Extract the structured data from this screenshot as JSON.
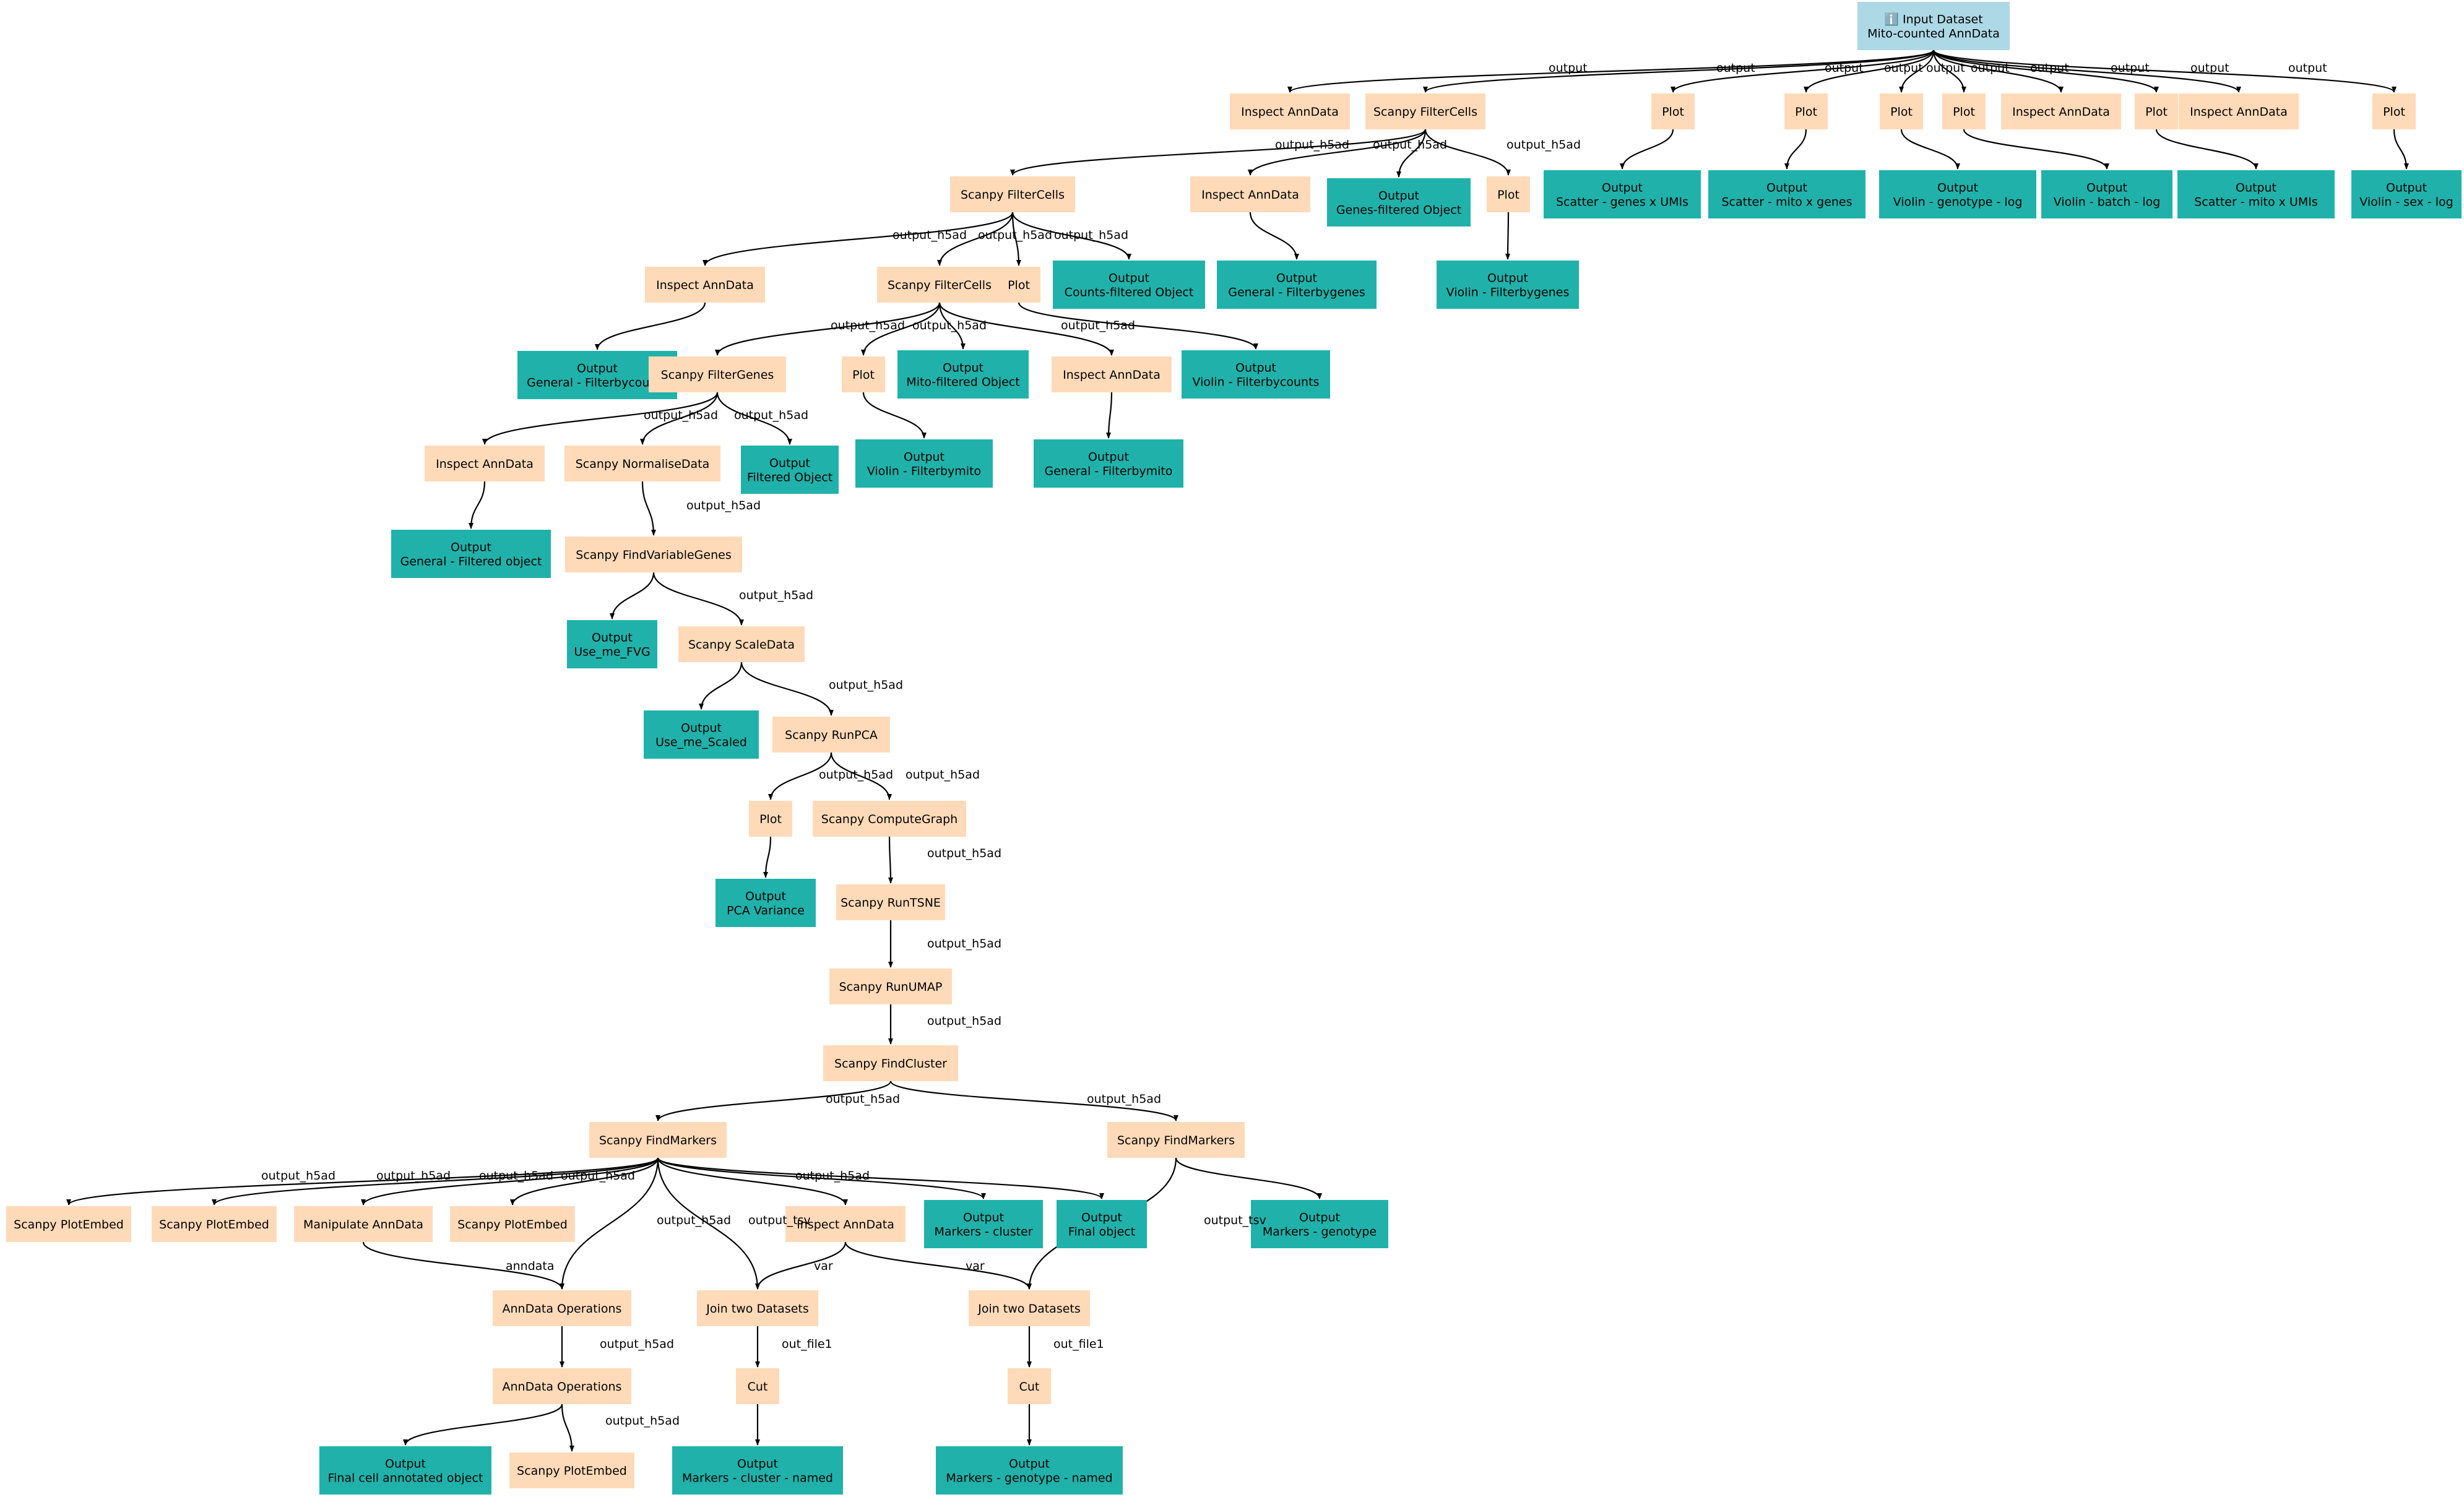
{
  "colors": {
    "input": "#add8e6",
    "tool": "#ffdab9",
    "output": "#20b2aa",
    "edge": "#000000"
  },
  "nodes": [
    {
      "id": "n0",
      "type": "input",
      "lines": [
        "ℹ️ Input Dataset",
        "Mito-counted AnnData"
      ]
    },
    {
      "id": "n1",
      "type": "tool",
      "lines": [
        "Inspect AnnData"
      ]
    },
    {
      "id": "n2",
      "type": "tool",
      "lines": [
        "Scanpy FilterCells"
      ]
    },
    {
      "id": "n3",
      "type": "tool",
      "lines": [
        "Plot"
      ]
    },
    {
      "id": "n4",
      "type": "tool",
      "lines": [
        "Plot"
      ]
    },
    {
      "id": "n5",
      "type": "tool",
      "lines": [
        "Plot"
      ]
    },
    {
      "id": "n6",
      "type": "tool",
      "lines": [
        "Plot"
      ]
    },
    {
      "id": "n7",
      "type": "tool",
      "lines": [
        "Inspect AnnData"
      ]
    },
    {
      "id": "n8",
      "type": "tool",
      "lines": [
        "Plot"
      ]
    },
    {
      "id": "n9",
      "type": "tool",
      "lines": [
        "Inspect AnnData"
      ]
    },
    {
      "id": "n10",
      "type": "tool",
      "lines": [
        "Plot"
      ]
    },
    {
      "id": "n11",
      "type": "tool",
      "lines": [
        "Scanpy FilterCells"
      ]
    },
    {
      "id": "n12",
      "type": "tool",
      "lines": [
        "Inspect AnnData"
      ]
    },
    {
      "id": "n13",
      "type": "output",
      "lines": [
        "Output",
        "Genes-filtered Object"
      ]
    },
    {
      "id": "n14",
      "type": "tool",
      "lines": [
        "Plot"
      ]
    },
    {
      "id": "n15",
      "type": "output",
      "lines": [
        "Output",
        "Scatter - genes x UMIs"
      ]
    },
    {
      "id": "n16",
      "type": "output",
      "lines": [
        "Output",
        "Scatter - mito x genes"
      ]
    },
    {
      "id": "n17",
      "type": "output",
      "lines": [
        "Output",
        "Violin - genotype - log"
      ]
    },
    {
      "id": "n18",
      "type": "output",
      "lines": [
        "Output",
        "Violin - batch - log"
      ]
    },
    {
      "id": "n19",
      "type": "output",
      "lines": [
        "Output",
        "Scatter - mito x UMIs"
      ]
    },
    {
      "id": "n20",
      "type": "output",
      "lines": [
        "Output",
        "Violin - sex - log"
      ]
    },
    {
      "id": "n21",
      "type": "tool",
      "lines": [
        "Inspect AnnData"
      ]
    },
    {
      "id": "n22",
      "type": "tool",
      "lines": [
        "Scanpy FilterCells"
      ]
    },
    {
      "id": "n23",
      "type": "tool",
      "lines": [
        "Plot"
      ]
    },
    {
      "id": "n24",
      "type": "output",
      "lines": [
        "Output",
        "Counts-filtered Object"
      ]
    },
    {
      "id": "n25",
      "type": "output",
      "lines": [
        "Output",
        "General - Filterbygenes"
      ]
    },
    {
      "id": "n26",
      "type": "output",
      "lines": [
        "Output",
        "Violin - Filterbygenes"
      ]
    },
    {
      "id": "n27",
      "type": "output",
      "lines": [
        "Output",
        "General - Filterbycounts"
      ]
    },
    {
      "id": "n28",
      "type": "tool",
      "lines": [
        "Scanpy FilterGenes"
      ]
    },
    {
      "id": "n29",
      "type": "tool",
      "lines": [
        "Plot"
      ]
    },
    {
      "id": "n30",
      "type": "output",
      "lines": [
        "Output",
        "Mito-filtered Object"
      ]
    },
    {
      "id": "n31",
      "type": "tool",
      "lines": [
        "Inspect AnnData"
      ]
    },
    {
      "id": "n32",
      "type": "output",
      "lines": [
        "Output",
        "Violin - Filterbycounts"
      ]
    },
    {
      "id": "n33",
      "type": "tool",
      "lines": [
        "Inspect AnnData"
      ]
    },
    {
      "id": "n34",
      "type": "tool",
      "lines": [
        "Scanpy NormaliseData"
      ]
    },
    {
      "id": "n35",
      "type": "output",
      "lines": [
        "Output",
        "Filtered Object"
      ]
    },
    {
      "id": "n36",
      "type": "output",
      "lines": [
        "Output",
        "Violin - Filterbymito"
      ]
    },
    {
      "id": "n37",
      "type": "output",
      "lines": [
        "Output",
        "General - Filterbymito"
      ]
    },
    {
      "id": "n38",
      "type": "output",
      "lines": [
        "Output",
        "General - Filtered object"
      ]
    },
    {
      "id": "n39",
      "type": "tool",
      "lines": [
        "Scanpy FindVariableGenes"
      ]
    },
    {
      "id": "n40",
      "type": "output",
      "lines": [
        "Output",
        "Use_me_FVG"
      ]
    },
    {
      "id": "n41",
      "type": "tool",
      "lines": [
        "Scanpy ScaleData"
      ]
    },
    {
      "id": "n42",
      "type": "output",
      "lines": [
        "Output",
        "Use_me_Scaled"
      ]
    },
    {
      "id": "n43",
      "type": "tool",
      "lines": [
        "Scanpy RunPCA"
      ]
    },
    {
      "id": "n44",
      "type": "tool",
      "lines": [
        "Plot"
      ]
    },
    {
      "id": "n45",
      "type": "tool",
      "lines": [
        "Scanpy ComputeGraph"
      ]
    },
    {
      "id": "n46",
      "type": "output",
      "lines": [
        "Output",
        "PCA Variance"
      ]
    },
    {
      "id": "n47",
      "type": "tool",
      "lines": [
        "Scanpy RunTSNE"
      ]
    },
    {
      "id": "n48",
      "type": "tool",
      "lines": [
        "Scanpy RunUMAP"
      ]
    },
    {
      "id": "n49",
      "type": "tool",
      "lines": [
        "Scanpy FindCluster"
      ]
    },
    {
      "id": "n50",
      "type": "tool",
      "lines": [
        "Scanpy FindMarkers"
      ]
    },
    {
      "id": "n51",
      "type": "tool",
      "lines": [
        "Scanpy FindMarkers"
      ]
    },
    {
      "id": "n52",
      "type": "tool",
      "lines": [
        "Scanpy PlotEmbed"
      ]
    },
    {
      "id": "n53",
      "type": "tool",
      "lines": [
        "Scanpy PlotEmbed"
      ]
    },
    {
      "id": "n54",
      "type": "tool",
      "lines": [
        "Manipulate AnnData"
      ]
    },
    {
      "id": "n55",
      "type": "tool",
      "lines": [
        "Scanpy PlotEmbed"
      ]
    },
    {
      "id": "n56",
      "type": "tool",
      "lines": [
        "Inspect AnnData"
      ]
    },
    {
      "id": "n57",
      "type": "output",
      "lines": [
        "Output",
        "Markers - cluster"
      ]
    },
    {
      "id": "n58",
      "type": "output",
      "lines": [
        "Output",
        "Final object"
      ]
    },
    {
      "id": "n59",
      "type": "output",
      "lines": [
        "Output",
        "Markers - genotype"
      ]
    },
    {
      "id": "n60",
      "type": "tool",
      "lines": [
        "AnnData Operations"
      ]
    },
    {
      "id": "n61",
      "type": "tool",
      "lines": [
        "Join two Datasets"
      ]
    },
    {
      "id": "n62",
      "type": "tool",
      "lines": [
        "Join two Datasets"
      ]
    },
    {
      "id": "n63",
      "type": "tool",
      "lines": [
        "AnnData Operations"
      ]
    },
    {
      "id": "n64",
      "type": "tool",
      "lines": [
        "Cut"
      ]
    },
    {
      "id": "n65",
      "type": "tool",
      "lines": [
        "Cut"
      ]
    },
    {
      "id": "n66",
      "type": "output",
      "lines": [
        "Output",
        "Final cell annotated object"
      ]
    },
    {
      "id": "n67",
      "type": "tool",
      "lines": [
        "Scanpy PlotEmbed"
      ]
    },
    {
      "id": "n68",
      "type": "output",
      "lines": [
        "Output",
        "Markers - cluster - named"
      ]
    },
    {
      "id": "n69",
      "type": "output",
      "lines": [
        "Output",
        "Markers - genotype - named"
      ]
    }
  ],
  "edges": [
    {
      "from": "n0",
      "to": "n1",
      "label": "output"
    },
    {
      "from": "n0",
      "to": "n2",
      "label": "output"
    },
    {
      "from": "n0",
      "to": "n3",
      "label": "output"
    },
    {
      "from": "n0",
      "to": "n4",
      "label": "output"
    },
    {
      "from": "n0",
      "to": "n5",
      "label": "output"
    },
    {
      "from": "n0",
      "to": "n6",
      "label": "output"
    },
    {
      "from": "n0",
      "to": "n7",
      "label": "output"
    },
    {
      "from": "n0",
      "to": "n8",
      "label": "output"
    },
    {
      "from": "n0",
      "to": "n9",
      "label": "output"
    },
    {
      "from": "n0",
      "to": "n10",
      "label": "output"
    },
    {
      "from": "n2",
      "to": "n11",
      "label": "output_h5ad"
    },
    {
      "from": "n2",
      "to": "n12",
      "label": "output_h5ad"
    },
    {
      "from": "n2",
      "to": "n13",
      "label": ""
    },
    {
      "from": "n2",
      "to": "n14",
      "label": "output_h5ad"
    },
    {
      "from": "n3",
      "to": "n15",
      "label": ""
    },
    {
      "from": "n4",
      "to": "n16",
      "label": ""
    },
    {
      "from": "n5",
      "to": "n17",
      "label": ""
    },
    {
      "from": "n6",
      "to": "n18",
      "label": ""
    },
    {
      "from": "n8",
      "to": "n19",
      "label": ""
    },
    {
      "from": "n10",
      "to": "n20",
      "label": ""
    },
    {
      "from": "n11",
      "to": "n21",
      "label": "output_h5ad"
    },
    {
      "from": "n11",
      "to": "n22",
      "label": "output_h5ad"
    },
    {
      "from": "n11",
      "to": "n23",
      "label": "output_h5ad"
    },
    {
      "from": "n11",
      "to": "n24",
      "label": ""
    },
    {
      "from": "n12",
      "to": "n25",
      "label": ""
    },
    {
      "from": "n14",
      "to": "n26",
      "label": ""
    },
    {
      "from": "n21",
      "to": "n27",
      "label": ""
    },
    {
      "from": "n22",
      "to": "n28",
      "label": "output_h5ad"
    },
    {
      "from": "n22",
      "to": "n29",
      "label": "output_h5ad"
    },
    {
      "from": "n22",
      "to": "n30",
      "label": ""
    },
    {
      "from": "n22",
      "to": "n31",
      "label": "output_h5ad"
    },
    {
      "from": "n23",
      "to": "n32",
      "label": ""
    },
    {
      "from": "n28",
      "to": "n33",
      "label": "output_h5ad"
    },
    {
      "from": "n28",
      "to": "n34",
      "label": "output_h5ad"
    },
    {
      "from": "n28",
      "to": "n35",
      "label": ""
    },
    {
      "from": "n29",
      "to": "n36",
      "label": ""
    },
    {
      "from": "n31",
      "to": "n37",
      "label": ""
    },
    {
      "from": "n33",
      "to": "n38",
      "label": ""
    },
    {
      "from": "n34",
      "to": "n39",
      "label": "output_h5ad"
    },
    {
      "from": "n39",
      "to": "n40",
      "label": ""
    },
    {
      "from": "n39",
      "to": "n41",
      "label": "output_h5ad"
    },
    {
      "from": "n41",
      "to": "n42",
      "label": ""
    },
    {
      "from": "n41",
      "to": "n43",
      "label": "output_h5ad"
    },
    {
      "from": "n43",
      "to": "n44",
      "label": "output_h5ad"
    },
    {
      "from": "n43",
      "to": "n45",
      "label": "output_h5ad"
    },
    {
      "from": "n44",
      "to": "n46",
      "label": ""
    },
    {
      "from": "n45",
      "to": "n47",
      "label": "output_h5ad"
    },
    {
      "from": "n47",
      "to": "n48",
      "label": "output_h5ad"
    },
    {
      "from": "n48",
      "to": "n49",
      "label": "output_h5ad"
    },
    {
      "from": "n49",
      "to": "n50",
      "label": "output_h5ad"
    },
    {
      "from": "n49",
      "to": "n51",
      "label": "output_h5ad"
    },
    {
      "from": "n50",
      "to": "n52",
      "label": "output_h5ad"
    },
    {
      "from": "n50",
      "to": "n53",
      "label": "output_h5ad"
    },
    {
      "from": "n50",
      "to": "n54",
      "label": "output_h5ad"
    },
    {
      "from": "n50",
      "to": "n55",
      "label": "output_h5ad"
    },
    {
      "from": "n50",
      "to": "n60",
      "label": "output_h5ad"
    },
    {
      "from": "n50",
      "to": "n61",
      "label": "output_tsv"
    },
    {
      "from": "n50",
      "to": "n56",
      "label": "output_h5ad"
    },
    {
      "from": "n50",
      "to": "n57",
      "label": ""
    },
    {
      "from": "n50",
      "to": "n58",
      "label": ""
    },
    {
      "from": "n51",
      "to": "n62",
      "label": "output_tsv"
    },
    {
      "from": "n51",
      "to": "n59",
      "label": ""
    },
    {
      "from": "n54",
      "to": "n60",
      "label": "anndata"
    },
    {
      "from": "n56",
      "to": "n61",
      "label": "var"
    },
    {
      "from": "n56",
      "to": "n62",
      "label": "var"
    },
    {
      "from": "n60",
      "to": "n63",
      "label": "output_h5ad"
    },
    {
      "from": "n61",
      "to": "n64",
      "label": "out_file1"
    },
    {
      "from": "n62",
      "to": "n65",
      "label": "out_file1"
    },
    {
      "from": "n63",
      "to": "n66",
      "label": ""
    },
    {
      "from": "n63",
      "to": "n67",
      "label": "output_h5ad"
    },
    {
      "from": "n64",
      "to": "n68",
      "label": ""
    },
    {
      "from": "n65",
      "to": "n69",
      "label": ""
    }
  ]
}
